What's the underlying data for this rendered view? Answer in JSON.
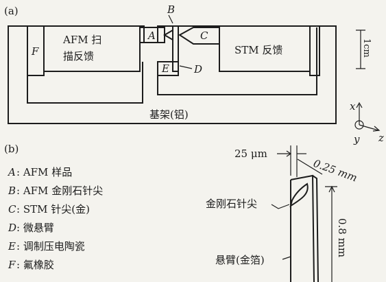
{
  "part_a": {
    "panel_label": "(a)",
    "afm_box": {
      "line1": "AFM 扫",
      "line2": "描反馈"
    },
    "stm_box": {
      "label": "STM 反馈"
    },
    "labels": {
      "A": "A",
      "B": "B",
      "C": "C",
      "D": "D",
      "E": "E",
      "F": "F"
    },
    "base_label": "基架(铝)",
    "scale_bar": "1cm",
    "axes": {
      "x": "x",
      "y": "y",
      "z": "z"
    }
  },
  "part_b": {
    "panel_label": "(b)",
    "legend": [
      {
        "key": "A",
        "text": ": AFM 样品"
      },
      {
        "key": "B",
        "text": ": AFM 金刚石针尖"
      },
      {
        "key": "C",
        "text": ": STM 针尖(金)"
      },
      {
        "key": "D",
        "text": ": 微悬臂"
      },
      {
        "key": "E",
        "text": ": 调制压电陶瓷"
      },
      {
        "key": "F",
        "text": ": 氟橡胶"
      }
    ],
    "dim_width": "25 μm",
    "dim_length": "0.25 mm",
    "dim_height": "0.8 mm",
    "tip_label": "金刚石针尖",
    "cantilever_label": "悬臂(金箔)"
  }
}
